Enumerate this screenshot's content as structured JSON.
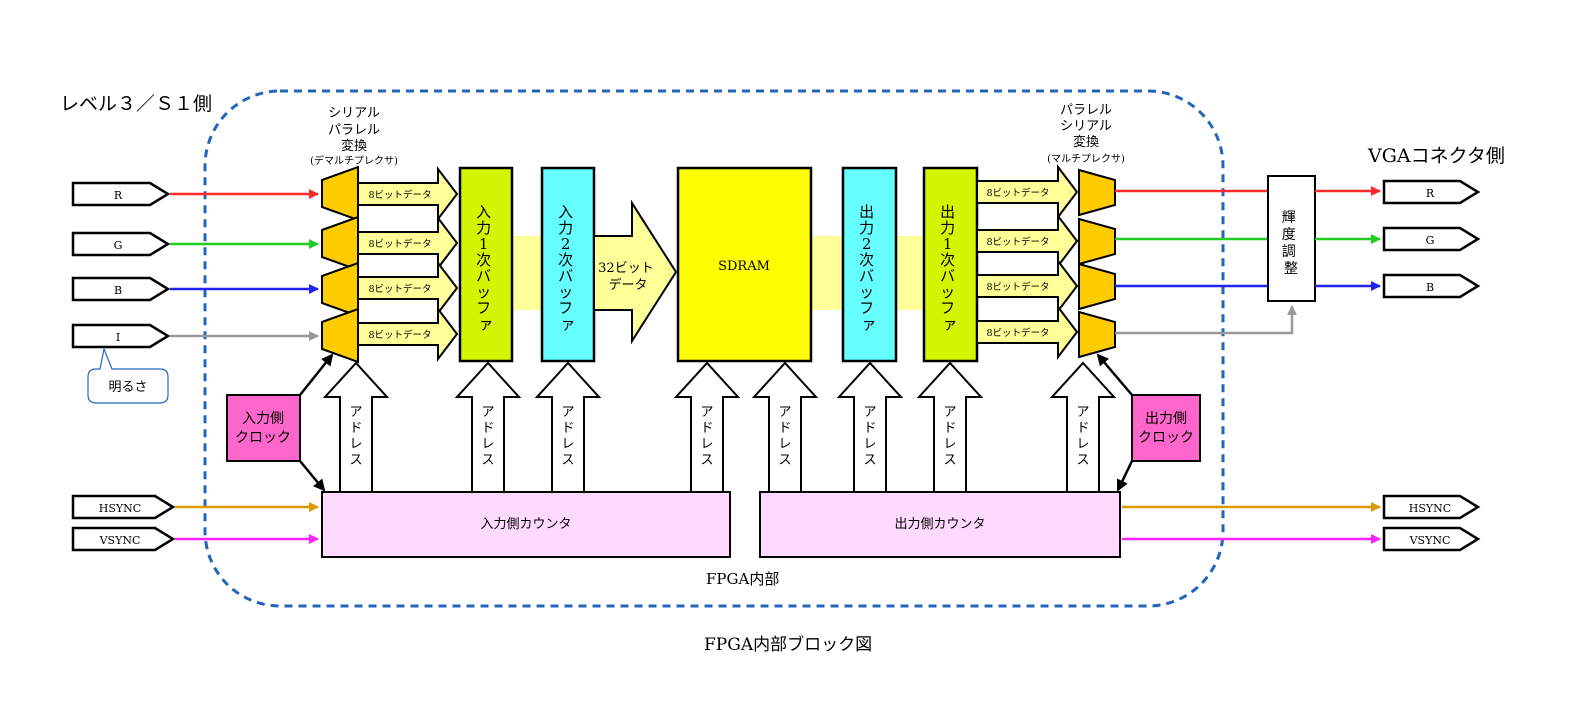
{
  "diagram": {
    "caption": "FPGA内部ブロック図",
    "fpga_label": "FPGA内部",
    "left_side_title": "レベル３／Ｓ１側",
    "right_side_title": "VGAコネクタ側",
    "inputs": [
      "R",
      "G",
      "B",
      "I",
      "HSYNC",
      "VSYNC"
    ],
    "outputs": [
      "R",
      "G",
      "B",
      "HSYNC",
      "VSYNC"
    ],
    "brightness_note": "明るさ",
    "demux_title": [
      "シリアル",
      "パラレル",
      "変換",
      "(デマルチプレクサ)"
    ],
    "mux_title": [
      "パラレル",
      "シリアル",
      "変換",
      "(マルチプレクサ)"
    ],
    "bus_label": "8ビットデータ",
    "blocks": {
      "in_buf1": [
        "入",
        "力",
        "1",
        "次",
        "バ",
        "ッ",
        "フ",
        "ァ"
      ],
      "in_buf2": [
        "入",
        "力",
        "2",
        "次",
        "バ",
        "ッ",
        "フ",
        "ァ"
      ],
      "sdram": "SDRAM",
      "out_buf2": [
        "出",
        "力",
        "2",
        "次",
        "バ",
        "ッ",
        "フ",
        "ァ"
      ],
      "out_buf1": [
        "出",
        "力",
        "1",
        "次",
        "バ",
        "ッ",
        "フ",
        "ァ"
      ],
      "brightness": [
        "輝",
        "度",
        "調",
        "整"
      ]
    },
    "wide_bus": [
      "32ビット",
      "データ"
    ],
    "address_label": [
      "ア",
      "ド",
      "レ",
      "ス"
    ],
    "input_clock": [
      "入力側",
      "クロック"
    ],
    "output_clock": [
      "出力側",
      "クロック"
    ],
    "input_counter": "入力側カウンタ",
    "output_counter": "出力側カウンタ",
    "colors": {
      "red": "#ff2a2a",
      "green": "#22cc22",
      "blue": "#2222ee",
      "gray": "#999999",
      "orange": "#dd9900",
      "magenta": "#ff22ff",
      "lime_block": "#d4f500",
      "cyan_block": "#66ffff",
      "sdram_yellow": "#ffff00",
      "bus_yellow": "#ffff99",
      "mux_gold": "#ffcc00",
      "clock_pink": "#ff66cc",
      "counter_pink": "#ffd9ff",
      "dashed_blue": "#2266bb"
    }
  }
}
